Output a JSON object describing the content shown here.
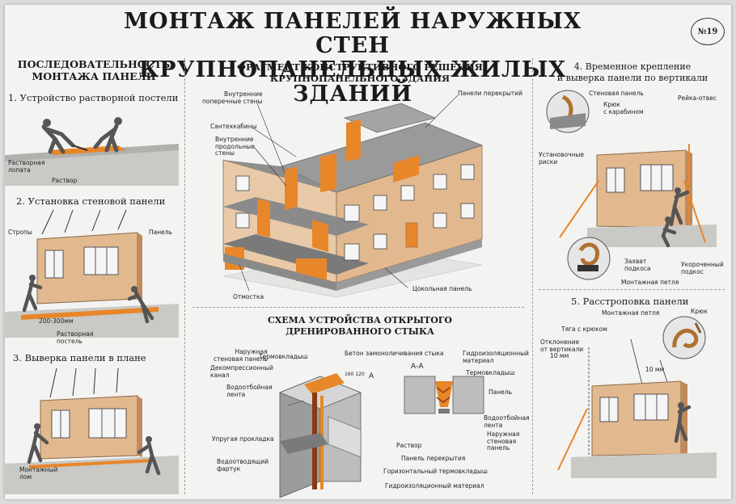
{
  "poster": {
    "title_line1": "МОНТАЖ ПАНЕЛЕЙ НАРУЖНЫХ СТЕН",
    "title_line2": "КРУПНОПАНЕЛЬНЫХ ЖИЛЫХ ЗДАНИЙ",
    "badge": "№19",
    "colors": {
      "orange": "#e8862a",
      "panel": "#e2b88e",
      "gray": "#8a8a8a",
      "dark": "#4a4a4a"
    }
  },
  "left": {
    "title_line1": "ПОСЛЕДОВАТЕЛЬНОСТЬ",
    "title_line2": "МОНТАЖА ПАНЕЛИ",
    "step1": "1. Устройство растворной постели",
    "step1_labels": {
      "lopata_1": "Растворная",
      "lopata_2": "лопата",
      "rastvor": "Раствор"
    },
    "step2": "2. Установка стеновой панели",
    "step2_labels": {
      "stropy": "Стропы",
      "panel": "Панель",
      "gap": "200-300мм",
      "postel_1": "Растворная",
      "postel_2": "постель"
    },
    "step3": "3. Выверка панели в плане",
    "step3_labels": {
      "lom_1": "Монтажный",
      "lom_2": "лом"
    }
  },
  "center": {
    "title_line1": "ФРАГМЕНТ КОНСТРУКТИВНОГО РЕШЕНИЯ",
    "title_line2": "КРУПНОПАНЕЛЬНОГО ЗДАНИЯ",
    "labels": {
      "inner_cross_1": "Внутренние",
      "inner_cross_2": "поперечные стены",
      "santech": "Сантехкабины",
      "inner_long_1": "Внутренние",
      "inner_long_2": "продольные",
      "inner_long_3": "стены",
      "floor_panels": "Панели перекрытий",
      "otmostka": "Отмостка",
      "cokol": "Цокольная панель"
    }
  },
  "joint": {
    "title_line1": "СХЕМА УСТРОЙСТВА ОТКРЫТОГО",
    "title_line2": "ДРЕНИРОВАННОГО СТЫКА",
    "labels": {
      "outer_panel_1": "Наружная",
      "outer_panel_2": "стеновая панель",
      "thermo": "Термовкладыш",
      "concrete": "Бетон замоноличивания стыка",
      "hydro_1": "Гидроизоляционный",
      "hydro_2": "материал",
      "decompress_1": "Декомпрессионный",
      "decompress_2": "канал",
      "waterstop_1": "Водоотбойная",
      "waterstop_2": "лента",
      "gasket": "Упругая прокладка",
      "drain_1": "Водоотводящий",
      "drain_2": "фартук",
      "section": "А-А",
      "mark_a": "А",
      "dims": "160 120",
      "thermo2": "Термовкладыш",
      "panel": "Панель",
      "waterstop2_1": "Водоотбойная",
      "waterstop2_2": "лента",
      "outer2_1": "Наружная",
      "outer2_2": "стеновая",
      "outer2_3": "панель",
      "mortar": "Раствор",
      "floor_panel": "Панель перекрытия",
      "horiz_thermo": "Горизонтальный термовкладыш",
      "hydro_bottom": "Гидроизоляционный материал"
    }
  },
  "right": {
    "step4_line1": "4. Временное крепление",
    "step4_line2": "и выверка панели по вертикали",
    "step4_labels": {
      "wall_panel": "Стеновая панель",
      "hook_1": "Крюк",
      "hook_2": "с карабином",
      "plumb": "Рейка-отвес",
      "marks_1": "Установочные",
      "marks_2": "риски",
      "capture_1": "Захват",
      "capture_2": "подкоса",
      "short_1": "Укороченный",
      "short_2": "подкос",
      "loop": "Монтажная петля"
    },
    "step5": "5. Расстроповка панели",
    "step5_labels": {
      "loop": "Монтажная петля",
      "hook": "Крюк",
      "rod": "Тяга с крюком",
      "dev_1": "Отклонение",
      "dev_2": "от вертикали",
      "dev_3": "10 мм",
      "dim": "10 мм"
    }
  }
}
